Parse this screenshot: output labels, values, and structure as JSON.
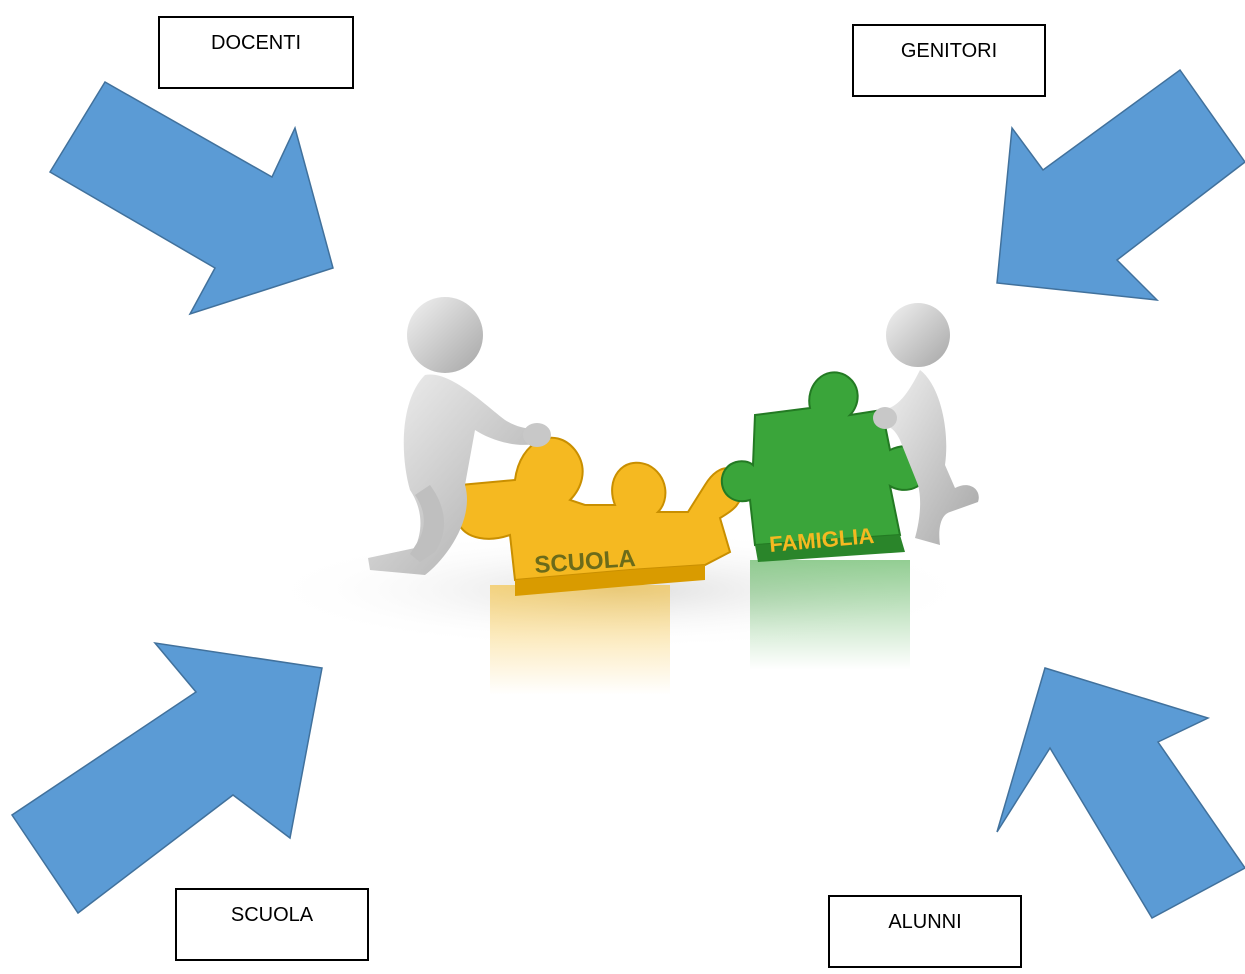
{
  "labels": {
    "docenti": "DOCENTI",
    "genitori": "GENITORI",
    "scuola": "SCUOLA",
    "alunni": "ALUNNI"
  },
  "illustration": {
    "left_piece_text": "SCUOLA",
    "right_piece_text": "FAMIGLIA"
  },
  "colors": {
    "arrow_fill": "#5b9bd5",
    "arrow_stroke": "#41719c",
    "yellow_piece": "#f5b921",
    "green_piece": "#3aa53a",
    "figure": "#d9d9d9"
  }
}
